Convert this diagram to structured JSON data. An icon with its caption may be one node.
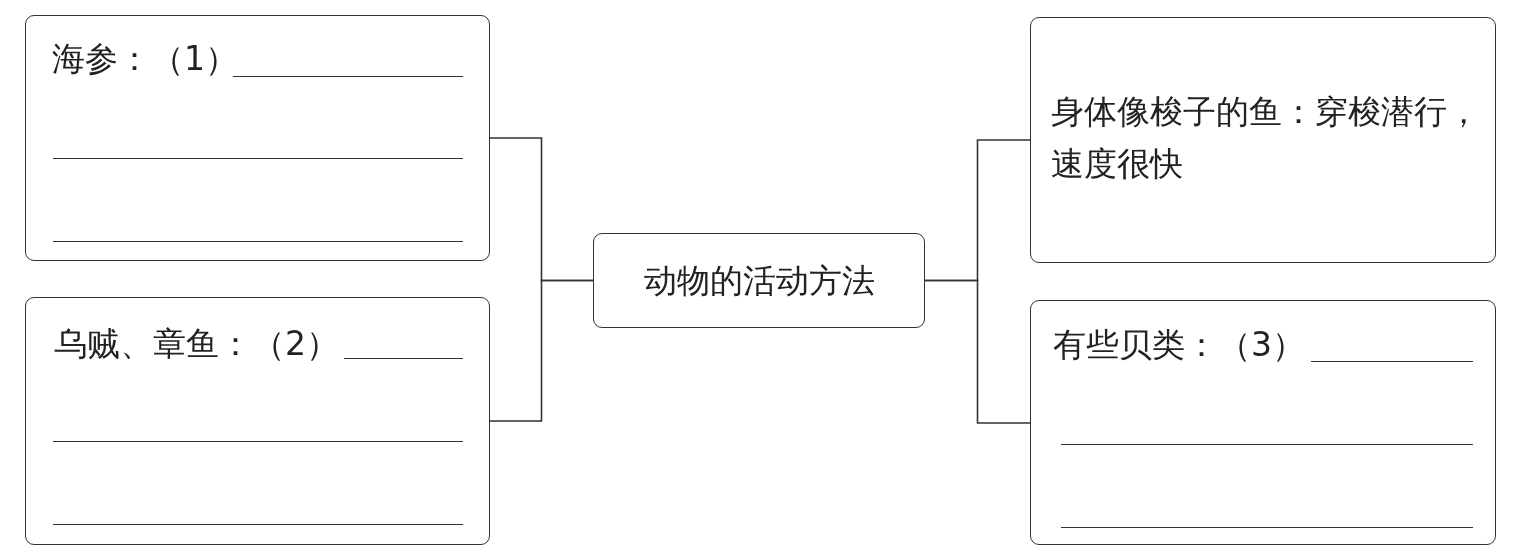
{
  "diagram": {
    "nodes": [
      {
        "text": [
          "海参：（1）"
        ]
      },
      {
        "text": [
          "乌贼、章鱼：（2）"
        ]
      },
      {
        "text": [
          "动物的活动方法"
        ]
      },
      {
        "text": [
          "身体像梭子的鱼：穿梭潜行，速度很快"
        ]
      },
      {
        "text": [
          "有些贝类：（3）"
        ]
      }
    ],
    "edges": [
      {
        "from": 2,
        "to": 0,
        "arrow": "none"
      },
      {
        "from": 2,
        "to": 1,
        "arrow": "none"
      },
      {
        "from": 2,
        "to": 3,
        "arrow": "none"
      },
      {
        "from": 2,
        "to": 4,
        "arrow": "none"
      }
    ]
  }
}
